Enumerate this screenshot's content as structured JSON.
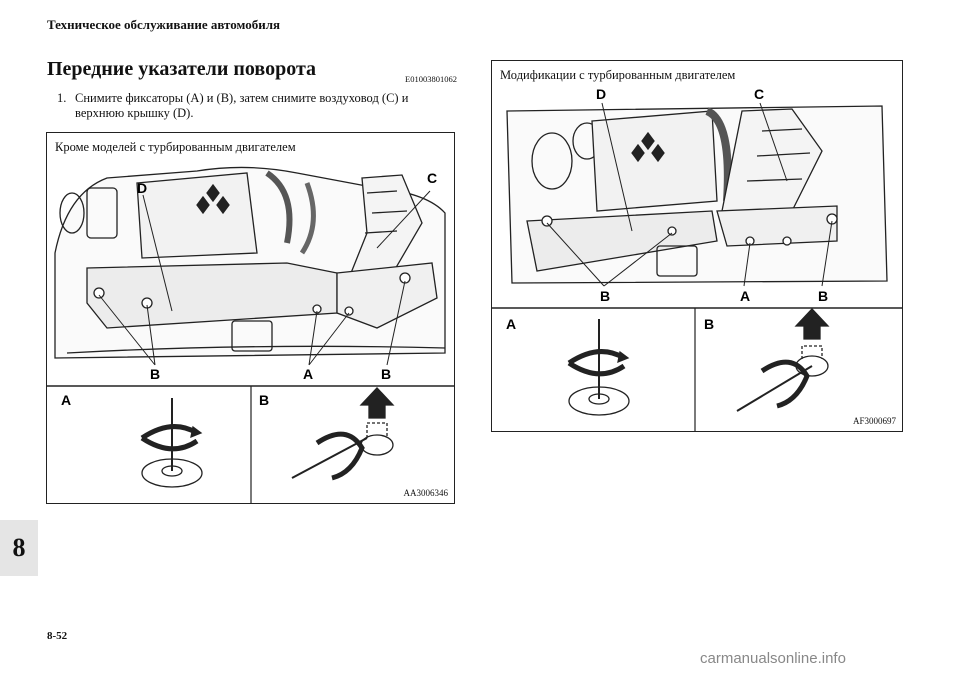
{
  "header": {
    "section": "Техническое обслуживание автомобиля"
  },
  "section": {
    "title": "Передние указатели поворота",
    "code": "E01003801062"
  },
  "step": {
    "number": "1.",
    "text": "Снимите фиксаторы (A) и (B), затем снимите воздуховод (C) и верхнюю крышку (D)."
  },
  "figure_left": {
    "caption": "Кроме моделей с турбированным двигателем",
    "labels": {
      "D": "D",
      "C": "C",
      "B1": "B",
      "A": "A",
      "B2": "B",
      "inset_a": "A",
      "inset_b": "B"
    },
    "id": "AA3006346"
  },
  "figure_right": {
    "caption": "Модификации с турбированным двигателем",
    "labels": {
      "D": "D",
      "C": "C",
      "B1": "B",
      "A": "A",
      "B2": "B",
      "inset_a": "A",
      "inset_b": "B"
    },
    "id": "AF3000697"
  },
  "chapter_tab": "8",
  "page_number": "8-52",
  "watermark": "carmanualsonline.info"
}
